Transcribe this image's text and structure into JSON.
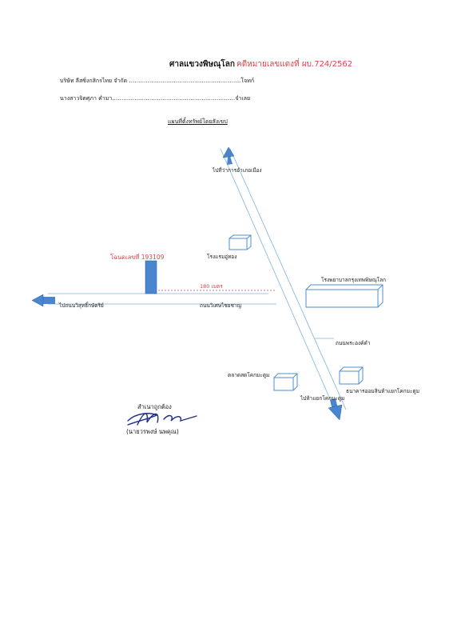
{
  "header": {
    "court": "ศาลแขวงพิษณุโลก",
    "case_number": "คดีหมายเลขแดงที่ ผบ.724/2562",
    "plaintiff_line": "บริษัท ลีสซิ่งกสิกรไทย จำกัด ……………………………………………………โจทก์",
    "defendant_line": "นางสาวจิตศุภา  คำมา…………………………………………………………จำเลย",
    "map_title": "แผนที่ตั้งทรัพย์โดยสังเขป"
  },
  "map": {
    "parcel_label": "โฉนดเลขที่ 193109",
    "distance_label": "180 เมตร",
    "labels": {
      "to_district_office": "ไปที่ว่าการอำเภอเมือง",
      "hotel": "โรงแรมอู่ทอง",
      "hospital": "โรงพยาบาลกรุงเทพพิษณุโลก",
      "to_naresuan_univ": "ไปถนนวิสุทธิ์กษัตริย์",
      "road_wisaichai": "ถนนวิเศษไชยชาญ",
      "road_phra_ong_dam": "ถนนพระองค์ดำ",
      "market": "ตลาดสดโคกมะตูม",
      "bank": "ธนาคารออมสินห้าแยกโคกมะตูม",
      "to_five_way": "ไปห้าแยกโคกมะตูม"
    },
    "colors": {
      "road": "#7fb3e0",
      "building": "#4d8fd6",
      "arrow": "#4a86cf",
      "parcel": "#4a86cf",
      "distance": "#e0424a"
    }
  },
  "certification": {
    "title": "สำเนาถูกต้อง",
    "name": "(นายวรพงษ์  นพคุณ)"
  }
}
